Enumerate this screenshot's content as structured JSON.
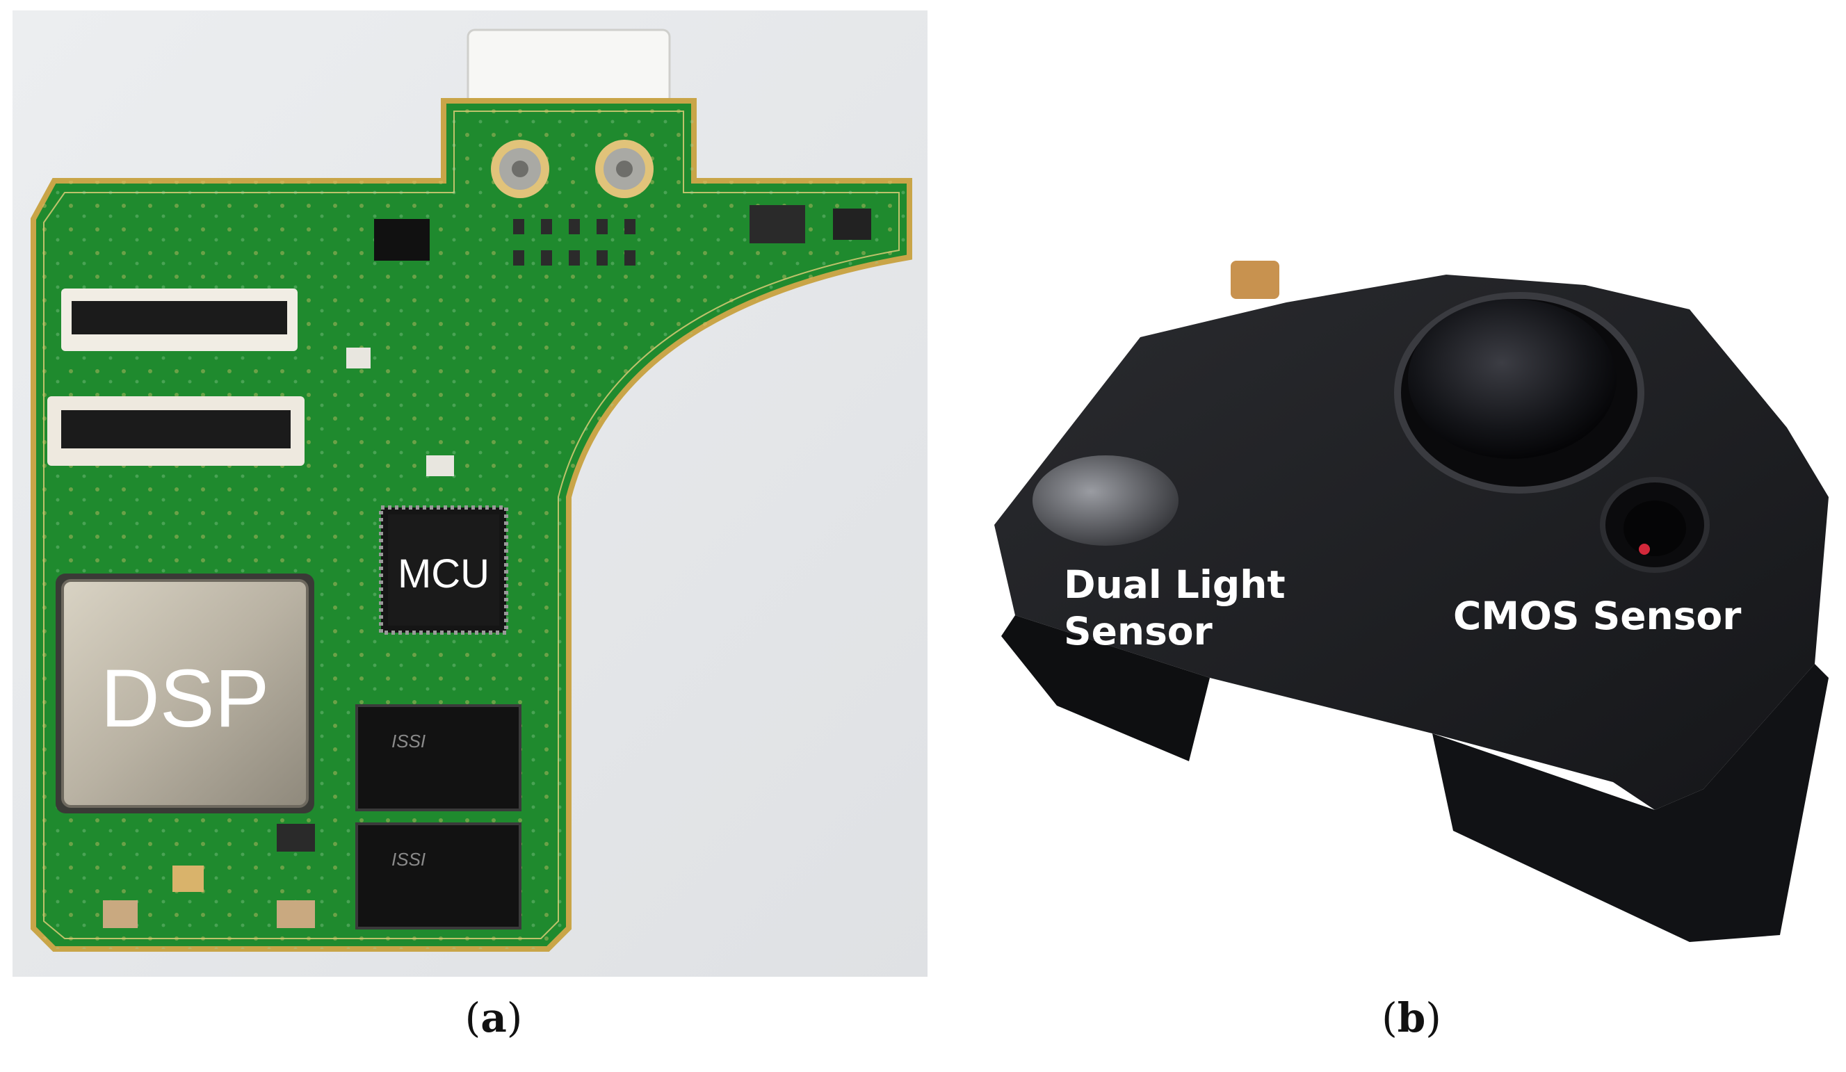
{
  "panel_a": {
    "caption_letter": "a",
    "labels": {
      "dsp": "DSP",
      "mcu": "MCU"
    }
  },
  "panel_b": {
    "caption_letter": "b",
    "labels": {
      "dual_light_line1": "Dual Light",
      "dual_light_line2": "Sensor",
      "cmos": "CMOS Sensor"
    }
  },
  "colors": {
    "pcb_green": "#1f8a2e",
    "gold": "#c9a548",
    "housing": "#1c1d20",
    "background": "#e8e9eb"
  }
}
